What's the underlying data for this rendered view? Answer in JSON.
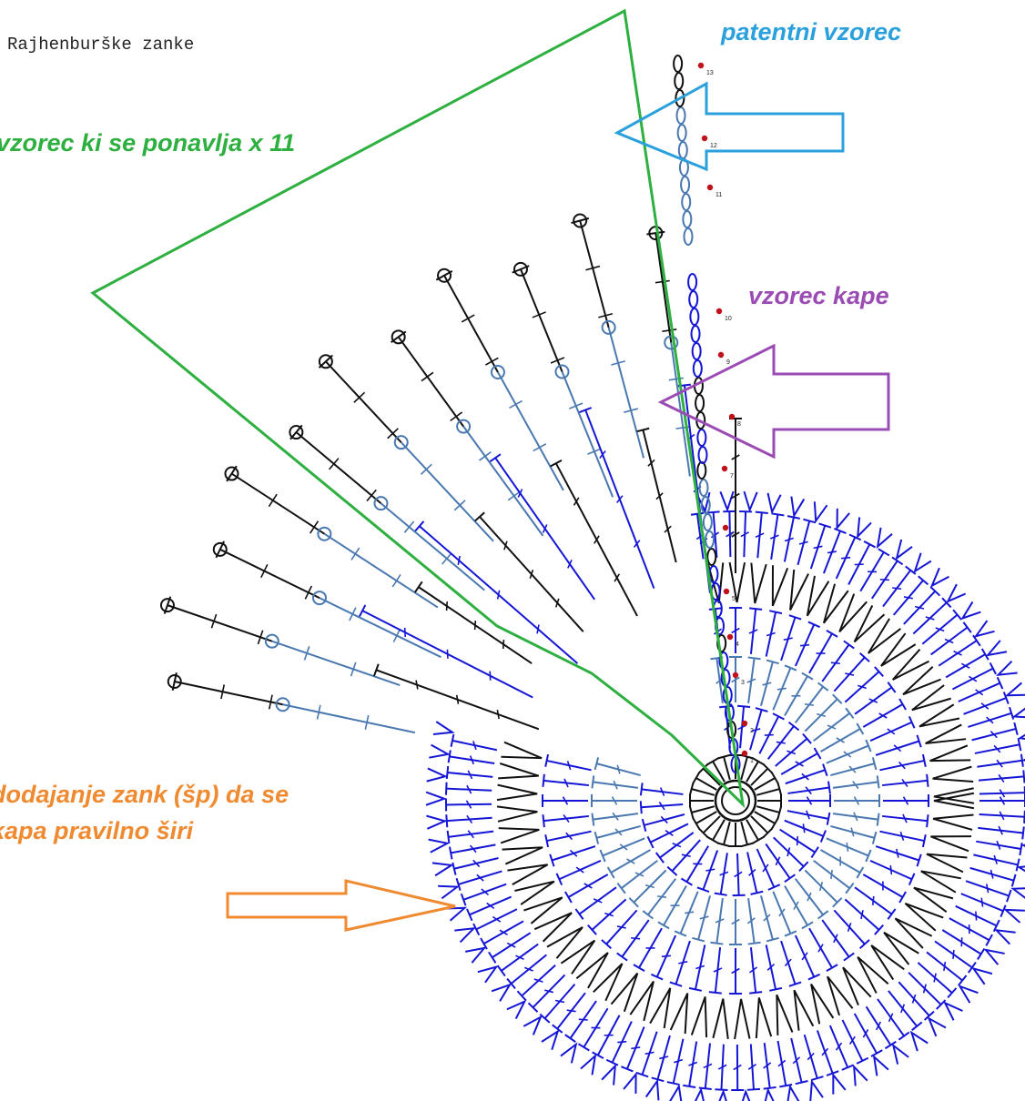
{
  "title": "Rajhenburške zanke",
  "labels": {
    "patent": "patentni vzorec",
    "repeat": "vzorec ki se ponavlja x 11",
    "hat": "vzorec kape",
    "increase_line1": "dodajanje zank (šp) da se",
    "increase_line2": "kapa pravilno širi"
  },
  "row_numbers": [
    "1",
    "2",
    "3",
    "4",
    "5",
    "6",
    "7",
    "8",
    "9",
    "10",
    "11",
    "12",
    "13"
  ],
  "colors": {
    "black": "#111111",
    "navy": "#1515d6",
    "steel": "#4a78b0",
    "green": "#2eb040",
    "cyan": "#2aa0dc",
    "purple": "#9b4cb4",
    "orange": "#f08a30",
    "dot": "#c0101a"
  },
  "icons": {
    "cyan_arrow": "arrow-left-icon",
    "purple_arrow": "arrow-left-icon",
    "orange_arrow": "arrow-right-icon"
  }
}
